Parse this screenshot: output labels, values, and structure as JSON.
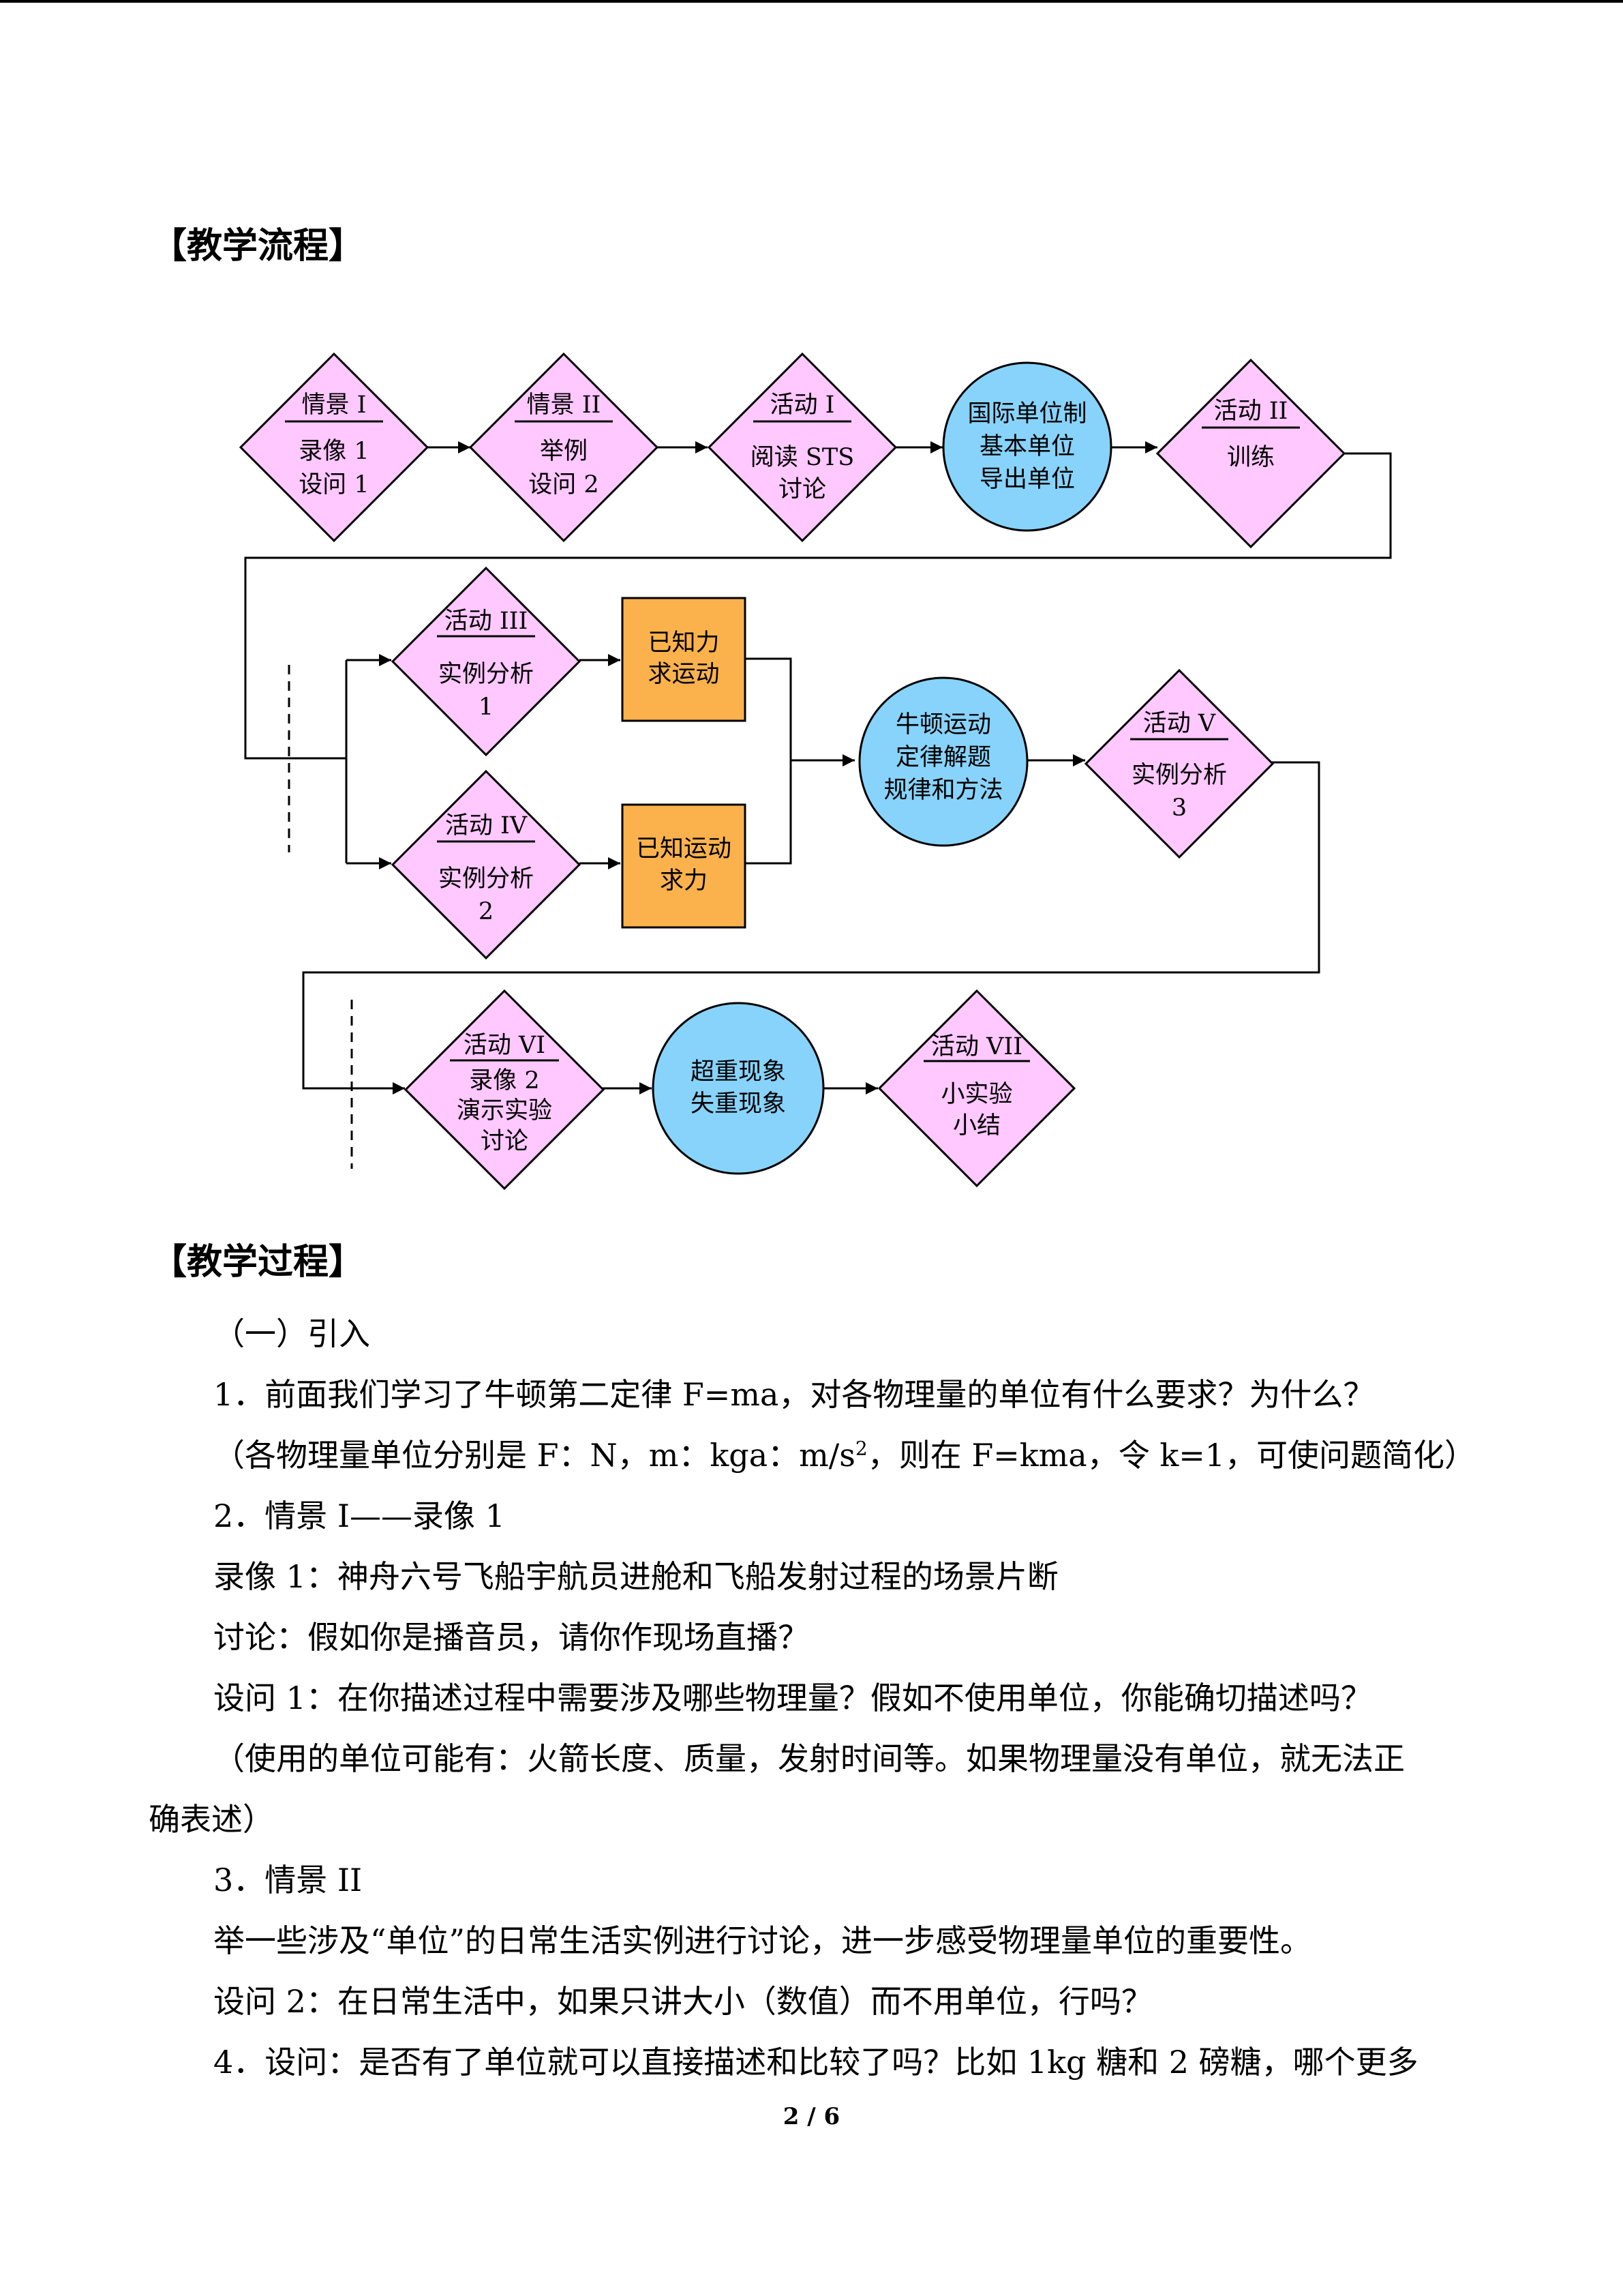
{
  "sections": {
    "flow_title": "【教学流程】",
    "process_title": "【教学过程】"
  },
  "flow": {
    "n1": {
      "top": "情景 I",
      "lines": [
        "录像 1",
        "设问 1"
      ]
    },
    "n2": {
      "top": "情景 II",
      "lines": [
        "举例",
        "设问 2"
      ]
    },
    "n3": {
      "top": "活动 I",
      "lines": [
        "阅读 STS",
        "讨论"
      ]
    },
    "n4": {
      "lines": [
        "国际单位制",
        "基本单位",
        "导出单位"
      ]
    },
    "n5": {
      "top": "活动 II",
      "lines": [
        "训练"
      ]
    },
    "n6": {
      "top": "活动 III",
      "lines": [
        "实例分析",
        "1"
      ]
    },
    "n7": {
      "lines": [
        "已知力",
        "求运动"
      ]
    },
    "n8": {
      "top": "活动 IV",
      "lines": [
        "实例分析",
        "2"
      ]
    },
    "n9": {
      "lines": [
        "已知运动",
        "求力"
      ]
    },
    "n10": {
      "lines": [
        "牛顿运动",
        "定律解题",
        "规律和方法"
      ]
    },
    "n11": {
      "top": "活动 V",
      "lines": [
        "实例分析",
        "3"
      ]
    },
    "n12": {
      "top": "活动 VI",
      "lines": [
        "录像 2",
        "演示实验",
        "讨论"
      ]
    },
    "n13": {
      "lines": [
        "超重现象",
        "失重现象"
      ]
    },
    "n14": {
      "top": "活动 VII",
      "lines": [
        "小实验",
        "小结"
      ]
    },
    "colors": {
      "diamond": "#ffc8ff",
      "circle": "#87d3fb",
      "rect": "#fbb24c",
      "line": "#000000"
    }
  },
  "body": {
    "p1": "（一）引入",
    "p2": "1．前面我们学习了牛顿第二定律 F=ma，对各物理量的单位有什么要求？为什么？",
    "p3a": "（各物理量单位分别是 F：N，m：kga：m/s",
    "p3sup": "2",
    "p3b": "，则在 F=kma，令 k=1，可使问题简化）",
    "p4": "2．情景 I——录像 1",
    "p5": "录像 1：神舟六号飞船宇航员进舱和飞船发射过程的场景片断",
    "p6": "讨论：假如你是播音员，请你作现场直播？",
    "p7": "设问 1：在你描述过程中需要涉及哪些物理量？假如不使用单位，你能确切描述吗？",
    "p8a": "（使用的单位可能有：火箭长度、质量，发射时间等。如果物理量没有单位，就无法正",
    "p8b": "确表述）",
    "p9": "3．情景 II",
    "p10": "举一些涉及“单位”的日常生活实例进行讨论，进一步感受物理量单位的重要性。",
    "p11": "设问 2：在日常生活中，如果只讲大小（数值）而不用单位，行吗？",
    "p12": "4．设问：是否有了单位就可以直接描述和比较了吗？比如 1kg 糖和 2 磅糖，哪个更多"
  },
  "footer": {
    "page": "2 / 6"
  }
}
